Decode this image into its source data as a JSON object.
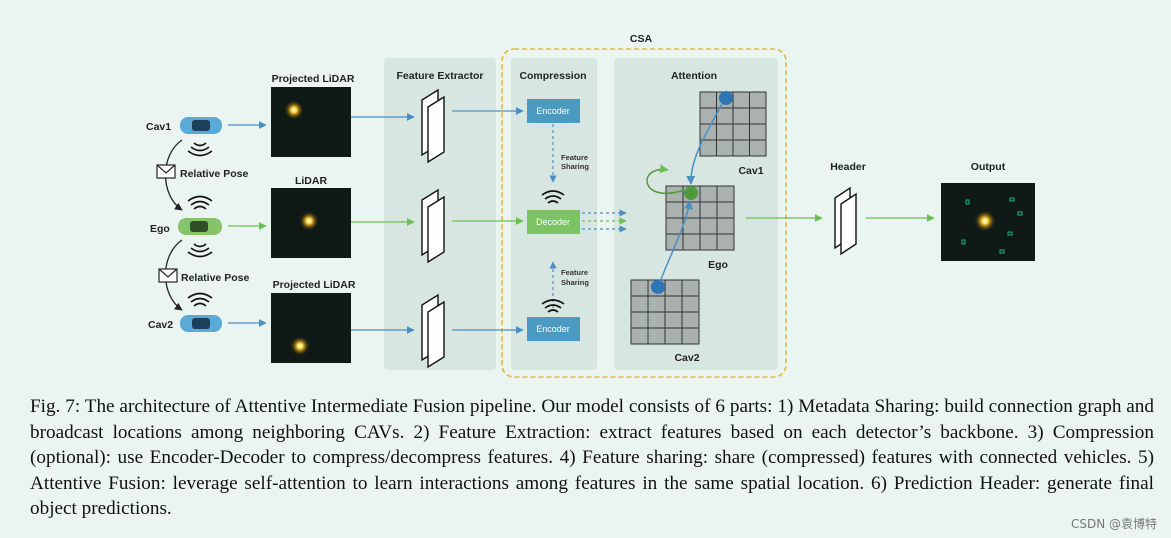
{
  "figure": {
    "csa_label": "CSA",
    "projected_lidar_top": "Projected LiDAR",
    "lidar_mid": "LiDAR",
    "projected_lidar_bottom": "Projected LiDAR",
    "feature_extractor": "Feature Extractor",
    "compression": "Compression",
    "attention": "Attention",
    "header": "Header",
    "output": "Output",
    "cav1": "Cav1",
    "ego": "Ego",
    "cav2": "Cav2",
    "relative_pose_top": "Relative Pose",
    "relative_pose_bottom": "Relative Pose",
    "encoder_top": "Encoder",
    "decoder": "Decoder",
    "encoder_bottom": "Encoder",
    "feature_sharing_top_1": "Feature",
    "feature_sharing_top_2": "Sharing",
    "feature_sharing_bottom_1": "Feature",
    "feature_sharing_bottom_2": "Sharing",
    "grid_cav1": "Cav1",
    "grid_ego": "Ego",
    "grid_cav2": "Cav2",
    "colors": {
      "blue_arrow": "#4a8fc4",
      "green_arrow": "#6cbf55",
      "encoder_fill": "#4a9ac2",
      "decoder_fill": "#7cc363",
      "csa_border": "#e0b93a",
      "panel_fill": "#d8e6e1",
      "grid_fill": "#aab2b0"
    }
  },
  "caption": "Fig. 7: The architecture of Attentive Intermediate Fusion pipeline. Our model consists of 6 parts: 1) Metadata Sharing: build connection graph and broadcast locations among neighboring CAVs. 2) Feature Extraction: extract features based on each detector’s backbone. 3) Compression (optional): use Encoder-Decoder to compress/decompress features. 4) Feature sharing: share (compressed) features with connected vehicles. 5) Attentive Fusion: leverage self-attention to learn interactions among features in the same spatial location. 6) Prediction Header: generate final object predictions.",
  "watermark": "CSDN @袁博特"
}
